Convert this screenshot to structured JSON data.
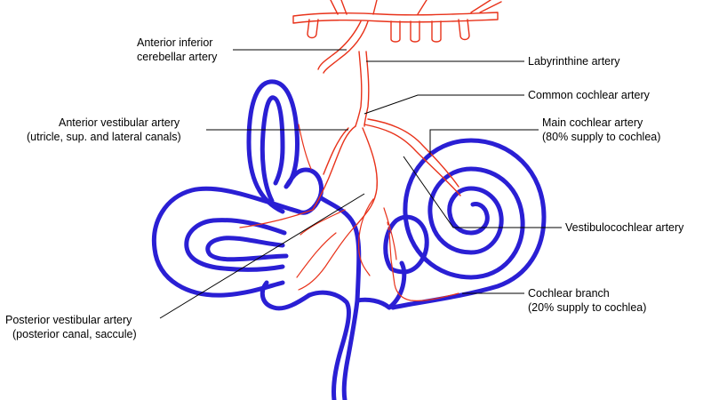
{
  "colors": {
    "labyrinth": "#2a1fd4",
    "artery": "#e8321a",
    "text": "#000000"
  },
  "labels": {
    "aica_l1": "Anterior inferior",
    "aica_l2": "cerebellar artery",
    "labyrinthine": "Labyrinthine artery",
    "common_cochlear": "Common cochlear artery",
    "ant_vest_l1": "Anterior vestibular artery",
    "ant_vest_l2": "(utricle, sup. and lateral canals)",
    "main_cochlear_l1": "Main cochlear artery",
    "main_cochlear_l2": "(80% supply to cochlea)",
    "vestibulocochlear": "Vestibulocochlear artery",
    "cochlear_branch_l1": "Cochlear branch",
    "cochlear_branch_l2": "(20% supply to cochlea)",
    "post_vest_l1": "Posterior vestibular artery",
    "post_vest_l2": "(posterior canal, saccule)"
  }
}
